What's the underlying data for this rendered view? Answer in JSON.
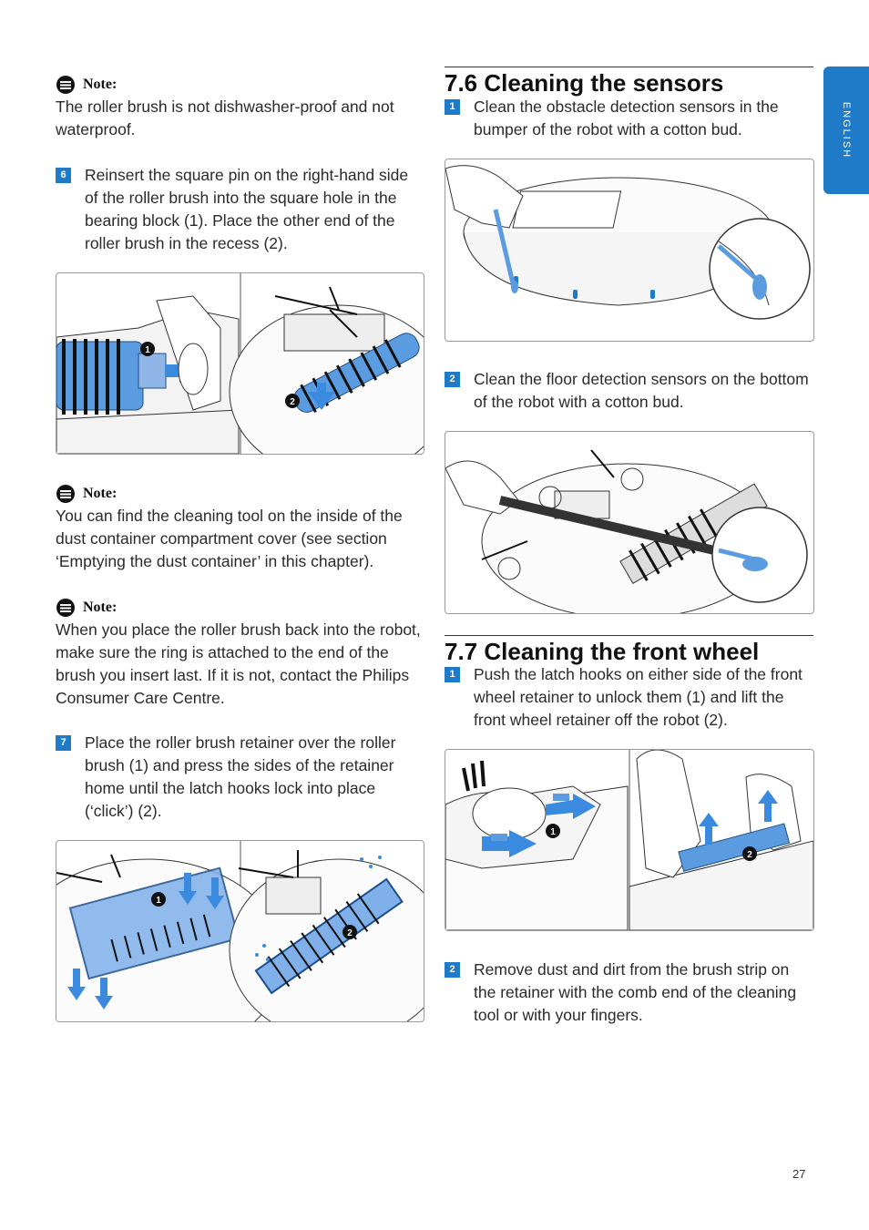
{
  "tab_label": "ENGLISH",
  "page_number": "27",
  "notes": {
    "label": "Note:",
    "note1": "The roller brush is not dishwasher-proof and not waterproof.",
    "note2": "You can find the cleaning tool on the inside of the dust container compartment cover (see section ‘Emptying the dust container’ in this chapter).",
    "note3": "When you place the roller brush back into the robot, make sure the ring is attached to the end of the brush you insert last. If it is not, contact the Philips Consumer Care Centre."
  },
  "left_steps": {
    "step6": {
      "num": "6",
      "text": "Reinsert the square pin on the right-hand side of the roller brush into the square hole in the bearing block (1). Place the other end of the roller brush in the recess (2)."
    },
    "step7": {
      "num": "7",
      "text": "Place the roller brush retainer over the roller brush (1) and press the sides of the retainer home until the latch hooks lock into place (‘click’) (2)."
    }
  },
  "section_76": {
    "title": "7.6  Cleaning the sensors",
    "step1": {
      "num": "1",
      "text": "Clean the obstacle detection sensors in the bumper of the robot with a cotton bud."
    },
    "step2": {
      "num": "2",
      "text": "Clean the floor detection sensors on the bottom of the robot with a cotton bud."
    }
  },
  "section_77": {
    "title": "7.7  Cleaning the front wheel",
    "step1": {
      "num": "1",
      "text": "Push the latch hooks on either side of the front wheel retainer to unlock them (1) and lift the front wheel retainer off the robot (2)."
    },
    "step2": {
      "num": "2",
      "text": "Remove dust and dirt from the brush strip on the retainer with the comb end of the cleaning tool or with your fingers."
    }
  },
  "callouts": {
    "c1": "1",
    "c2": "2"
  },
  "colors": {
    "accent": "#1f7ac7",
    "brush_blue": "#5b9be0"
  }
}
